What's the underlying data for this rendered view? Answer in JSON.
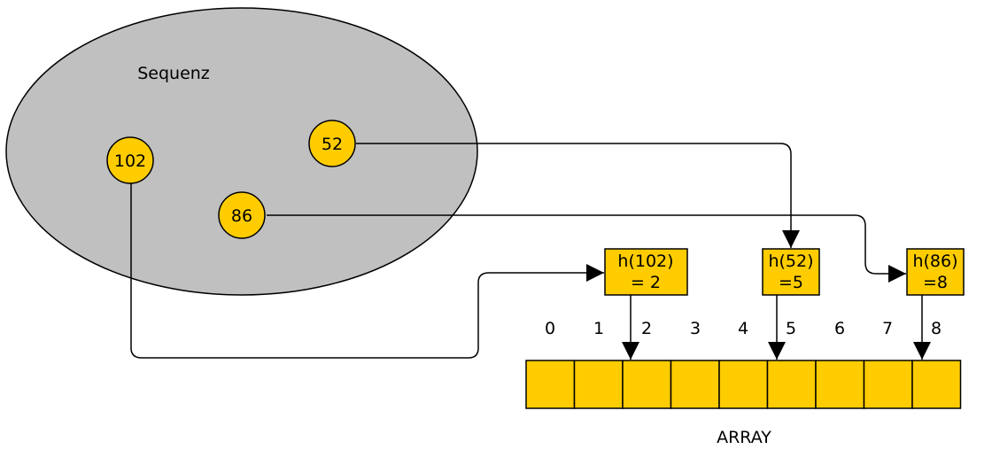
{
  "sequence": {
    "label": "Sequenz",
    "elements": [
      "102",
      "52",
      "86"
    ]
  },
  "hashes": [
    {
      "line1": "h(102)",
      "line2": "= 2"
    },
    {
      "line1": "h(52)",
      "line2": "=5"
    },
    {
      "line1": "h(86)",
      "line2": "=8"
    }
  ],
  "array": {
    "label": "ARRAY",
    "indices": [
      "0",
      "1",
      "2",
      "3",
      "4",
      "5",
      "6",
      "7",
      "8"
    ]
  },
  "colors": {
    "ellipse_fill": "#c0c0c0",
    "node_fill": "#ffcc00",
    "stroke": "#000000"
  }
}
